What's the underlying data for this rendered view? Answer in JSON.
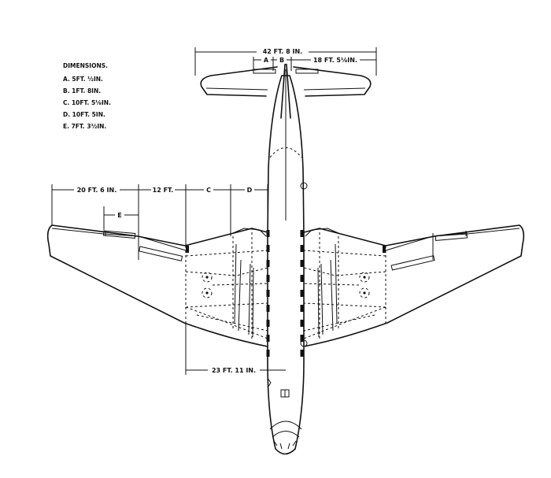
{
  "legend": {
    "title": "DIMENSIONS.",
    "items": [
      "A.  5FT. ½IN.",
      "B.  1FT. 8IN.",
      "C.  10FT. 5⅛IN.",
      "D.  10FT. 5IN.",
      "E.  7FT. 3½IN."
    ]
  },
  "dimensions": {
    "tail_span": "42 FT. 8 IN.",
    "tail_half": "18 FT. 5⅛IN.",
    "a": "A",
    "b": "B",
    "outer_wing": "20 FT. 6 IN.",
    "mid_wing": "12 FT.",
    "c": "C",
    "d": "D",
    "e": "E",
    "root_chord": "23 FT. 11 IN."
  }
}
